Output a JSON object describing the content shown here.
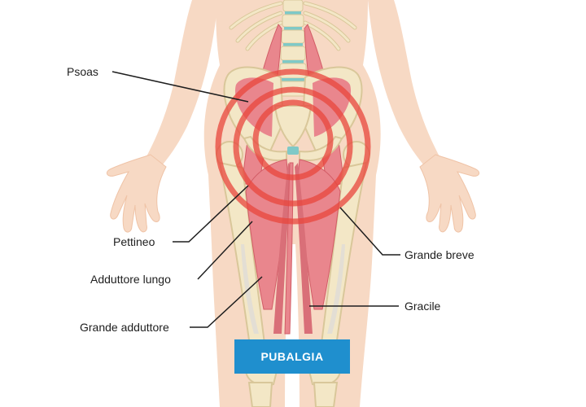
{
  "diagram": {
    "labels": {
      "psoas": "Psoas",
      "pettineo": "Pettineo",
      "adduttore_lungo": "Adduttore lungo",
      "grande_adduttore": "Grande adduttore",
      "grande_breve": "Grande breve",
      "gracile": "Gracile"
    },
    "badge": "PUBALGIA"
  },
  "colors": {
    "skin": "#f7d9c4",
    "skin_shadow": "#efc3a6",
    "muscle": "#e9868d",
    "muscle_dark": "#d25c66",
    "bone": "#f3e7c6",
    "bone_edge": "#d9c79a",
    "spine_disc": "#7fc9c7",
    "pain_ring": "#e8453c",
    "badge": "#1f8fce",
    "leader_line": "#1e1e1e"
  }
}
